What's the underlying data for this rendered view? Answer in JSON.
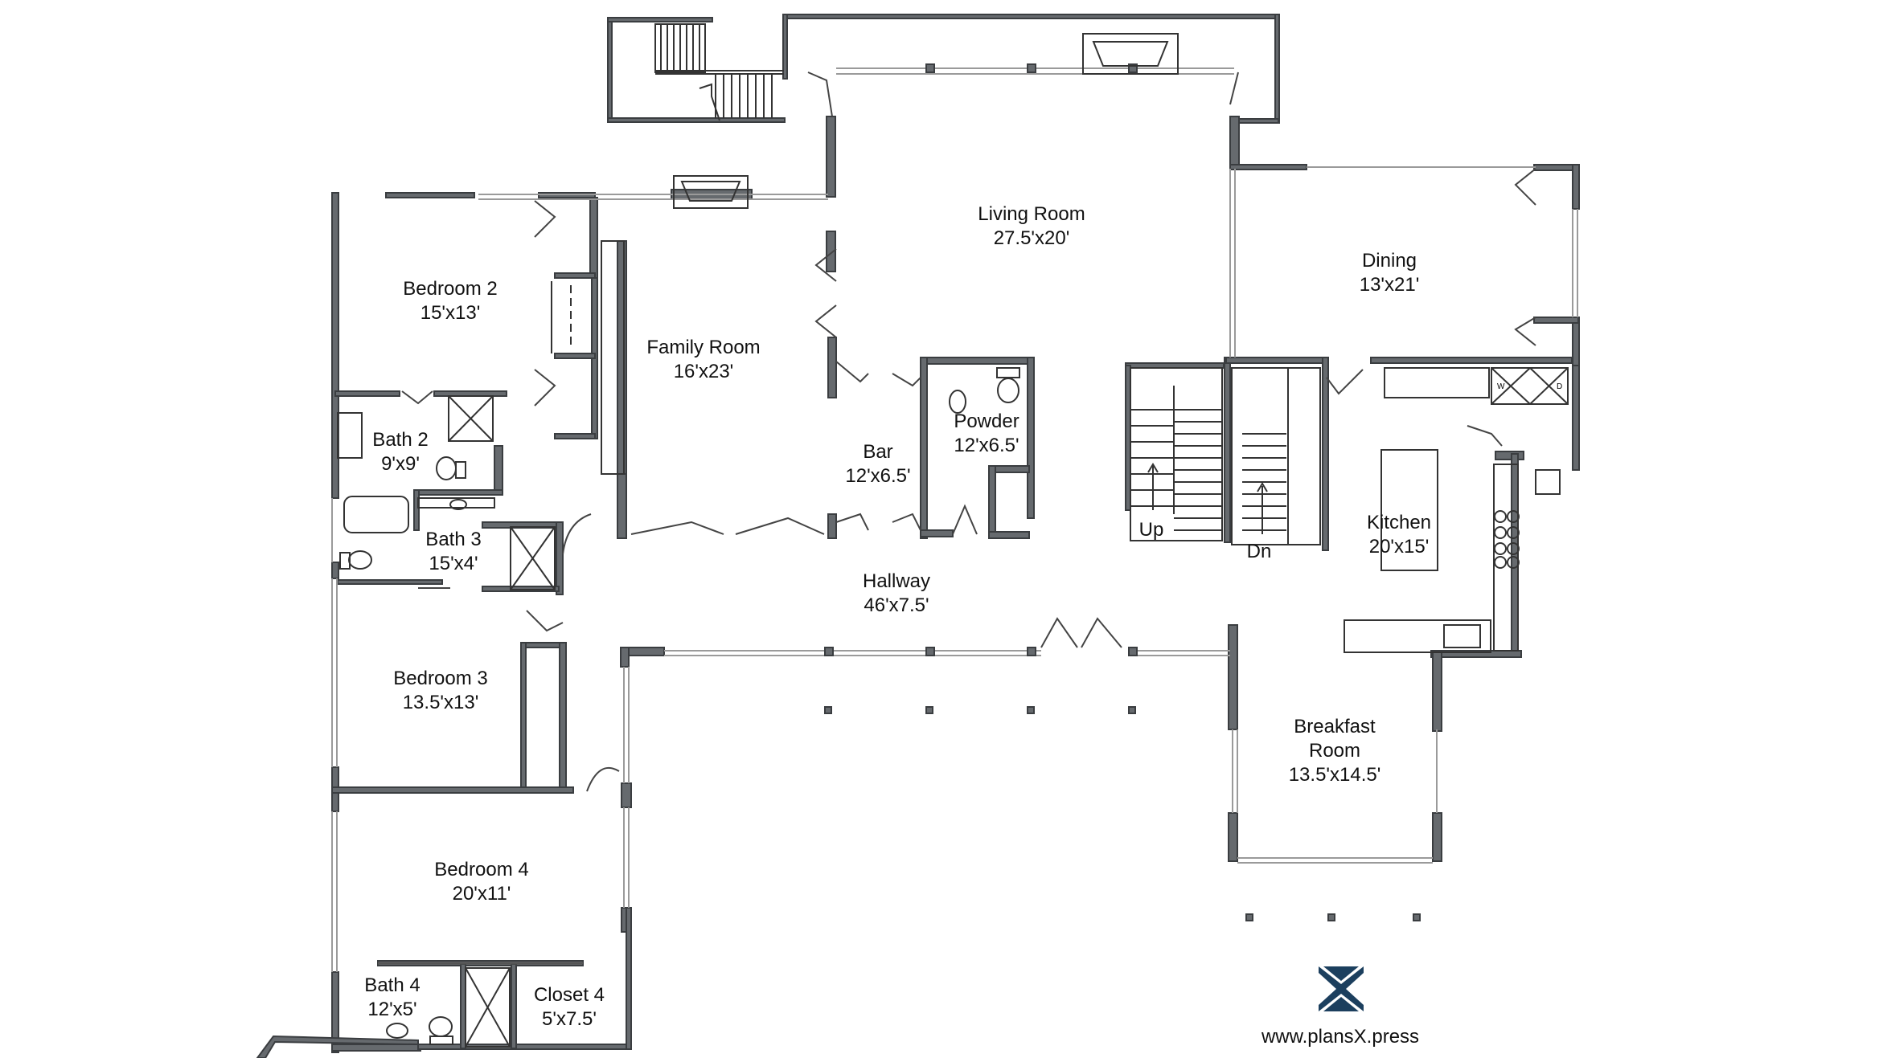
{
  "rooms": {
    "living_room": {
      "name": "Living Room",
      "dims": "27.5'x20'"
    },
    "dining": {
      "name": "Dining",
      "dims": "13'x21'"
    },
    "bedroom2": {
      "name": "Bedroom 2",
      "dims": "15'x13'"
    },
    "family_room": {
      "name": "Family Room",
      "dims": "16'x23'"
    },
    "bath2": {
      "name": "Bath 2",
      "dims": "9'x9'"
    },
    "bath3": {
      "name": "Bath 3",
      "dims": "15'x4'"
    },
    "bar": {
      "name": "Bar",
      "dims": "12'x6.5'"
    },
    "powder": {
      "name": "Powder",
      "dims": "12'x6.5'"
    },
    "kitchen": {
      "name": "Kitchen",
      "dims": "20'x15'"
    },
    "hallway": {
      "name": "Hallway",
      "dims": "46'x7.5'"
    },
    "bedroom3": {
      "name": "Bedroom 3",
      "dims": "13.5'x13'"
    },
    "breakfast_room": {
      "name_line1": "Breakfast",
      "name_line2": "Room",
      "dims": "13.5'x14.5'"
    },
    "bedroom4": {
      "name": "Bedroom 4",
      "dims": "20'x11'"
    },
    "bath4": {
      "name": "Bath 4",
      "dims": "12'x5'"
    },
    "closet4": {
      "name": "Closet 4",
      "dims": "5'x7.5'"
    }
  },
  "stairs": {
    "up": "Up",
    "down": "Dn"
  },
  "appliances": {
    "washer": "W",
    "dryer": "D"
  },
  "brand": {
    "url": "www.plansX.press",
    "logo_color": "#1c3f5e",
    "logo_icon": "plansx-logo-icon"
  },
  "colors": {
    "wall": "#666a6e",
    "window": "#9a9a9a"
  }
}
